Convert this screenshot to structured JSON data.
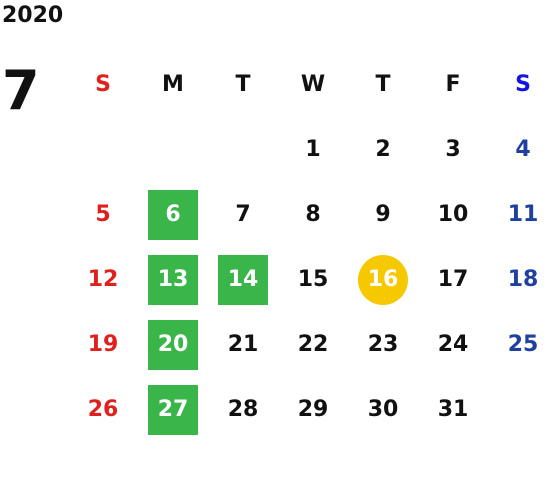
{
  "calendar": {
    "year": "2020",
    "month": "7",
    "weekday_headers": [
      "S",
      "M",
      "T",
      "W",
      "T",
      "F",
      "S"
    ],
    "colors": {
      "sunday": "#e0201d",
      "saturday": "#2040a0",
      "saturday_header": "#1414e0",
      "highlight_green": "#3ab54a",
      "today_yellow": "#f5c800"
    },
    "weeks": [
      [
        "",
        "",
        "",
        "1",
        "2",
        "3",
        "4"
      ],
      [
        "5",
        "6",
        "7",
        "8",
        "9",
        "10",
        "11"
      ],
      [
        "12",
        "13",
        "14",
        "15",
        "16",
        "17",
        "18"
      ],
      [
        "19",
        "20",
        "21",
        "22",
        "23",
        "24",
        "25"
      ],
      [
        "26",
        "27",
        "28",
        "29",
        "30",
        "31",
        ""
      ]
    ],
    "highlighted_green_days": [
      "6",
      "13",
      "14",
      "20",
      "27"
    ],
    "today": "16"
  }
}
